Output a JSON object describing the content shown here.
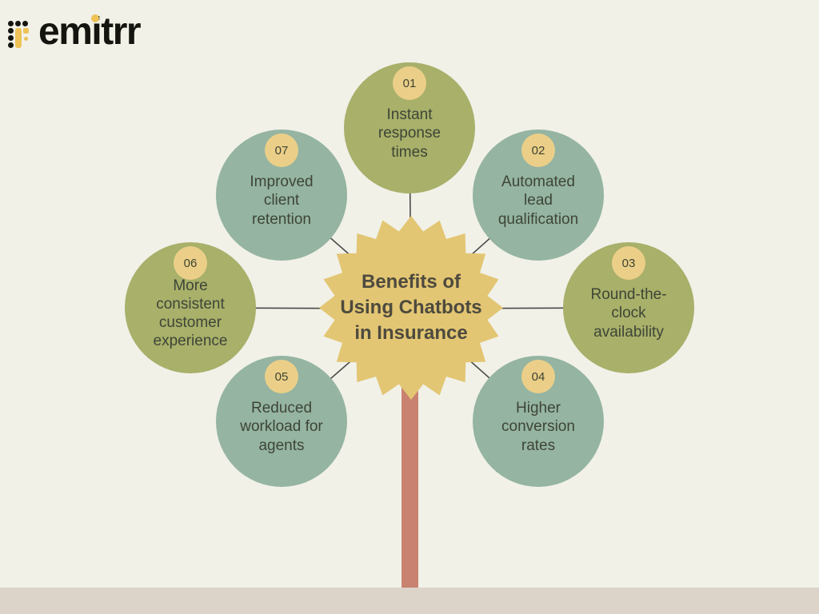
{
  "logo": {
    "name": "emitrr"
  },
  "center": {
    "title_lines": [
      "Benefits of",
      "Using Chatbots",
      "in Insurance"
    ]
  },
  "items": [
    {
      "number": "01",
      "label": "Instant response times",
      "color": "olive"
    },
    {
      "number": "02",
      "label": "Automated lead qualification",
      "color": "sage"
    },
    {
      "number": "03",
      "label": "Round-the-clock availability",
      "color": "olive"
    },
    {
      "number": "04",
      "label": "Higher conversion rates",
      "color": "sage"
    },
    {
      "number": "05",
      "label": "Reduced workload for agents",
      "color": "sage"
    },
    {
      "number": "06",
      "label": "More consistent customer experience",
      "color": "olive"
    },
    {
      "number": "07",
      "label": "Improved client retention",
      "color": "sage"
    }
  ],
  "colors": {
    "background": "#f1f1e8",
    "olive_circle": "#a8b06a",
    "sage_circle": "#95b4a2",
    "badge_gold": "#ebcf88",
    "starburst_gold": "#e3c673",
    "trunk": "#c8826f",
    "ground": "#dcd4c9",
    "text_dark": "#3e4536",
    "logo_black": "#15150f",
    "logo_accent": "#eec257"
  }
}
